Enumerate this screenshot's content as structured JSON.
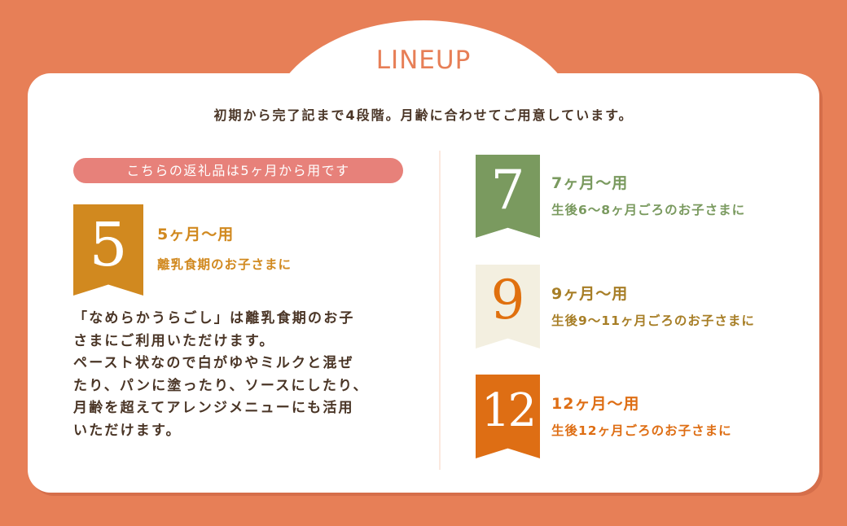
{
  "header": {
    "title": "LINEUP",
    "subtitle": "初期から完了記まで4段階。月齢に合わせてご用意しています。"
  },
  "notice_pill": "こちらの返礼品は5ヶ月から用です",
  "colors": {
    "background": "#E77F57",
    "card": "#FFFFFF",
    "pill": "#E7817A",
    "stage5": "#D1891F",
    "stage7": "#7A9A5F",
    "stage9_bg": "#F3EFE0",
    "stage9_num": "#E0700E",
    "stage9_text": "#A77E26",
    "stage12": "#DE6E14",
    "body_text": "#4A3526"
  },
  "featured": {
    "number": "5",
    "heading": "5ヶ月～用",
    "description": "離乳食期のお子さまに",
    "body_lines": [
      "「なめらかうらごし」は離乳食期のお子",
      "さまにご利用いただけます。",
      "ペースト状なので白がゆやミルクと混ぜ",
      "たり、パンに塗ったり、ソースにしたり、",
      "月齢を超えてアレンジメニューにも活用",
      "いただけます。"
    ]
  },
  "stages": [
    {
      "number": "7",
      "heading": "7ヶ月～用",
      "description": "生後6～8ヶ月ごろのお子さまに"
    },
    {
      "number": "9",
      "heading": "9ヶ月～用",
      "description": "生後9～11ヶ月ごろのお子さまに"
    },
    {
      "number": "12",
      "heading": "12ヶ月～用",
      "description": "生後12ヶ月ごろのお子さまに"
    }
  ]
}
